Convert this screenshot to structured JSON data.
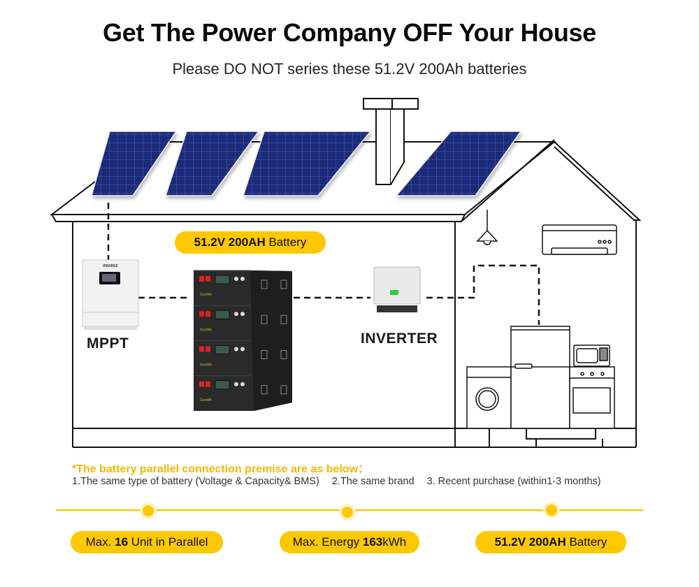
{
  "header": {
    "title": "Get The Power Company OFF Your House",
    "subtitle": "Please DO NOT series these 51.2V 200Ah batteries"
  },
  "diagram": {
    "battery_badge": {
      "bold": "51.2V 200AH",
      "normal": "Battery"
    },
    "mppt": {
      "label": "MPPT",
      "brand": "IPANDEE"
    },
    "inverter": {
      "label": "INVERTER"
    },
    "battery_brand": "GeoWh",
    "battery_modules": 4,
    "solar_panels": 4,
    "appliances": [
      "ceiling-lamp",
      "air-conditioner",
      "washing-machine",
      "refrigerator",
      "microwave",
      "stove-oven"
    ]
  },
  "premise": {
    "heading": "*The battery parallel connection premise are as below：",
    "items": [
      "1.The same type of battery (Voltage & Capacity& BMS)",
      "2.The same brand",
      "3. Recent purchase (within1-3 months)"
    ]
  },
  "features": [
    {
      "prefix": "Max. ",
      "bold": "16",
      "suffix": " Unit in Parallel"
    },
    {
      "prefix": "Max. Energy ",
      "bold": "163",
      "suffix": "kWh"
    },
    {
      "prefix": "",
      "bold": "51.2V 200AH",
      "suffix": " Battery"
    }
  ],
  "colors": {
    "accent": "#ffc800",
    "accent_text": "#f5b800",
    "panel": "#1b2a7a",
    "line": "#111111"
  }
}
